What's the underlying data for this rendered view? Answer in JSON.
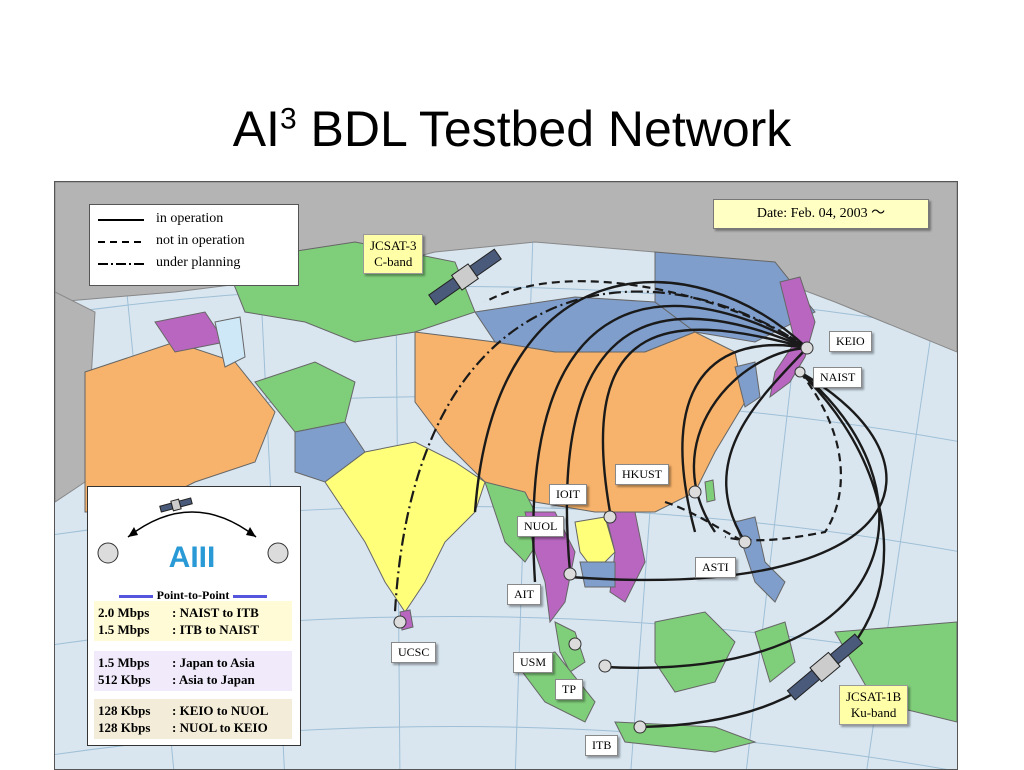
{
  "title": {
    "main": "AI",
    "sup": "3",
    "rest": " BDL Testbed Network"
  },
  "legend": {
    "items": [
      {
        "label": "in operation",
        "style": "solid"
      },
      {
        "label": "not in operation",
        "style": "dashed"
      },
      {
        "label": "under planning",
        "style": "dash-dot"
      }
    ]
  },
  "date_box": {
    "text": "Date:  Feb. 04, 2003 ～"
  },
  "satellites": {
    "jcsat3": {
      "line1": "JCSAT-3",
      "line2": "C-band"
    },
    "jcsat1b": {
      "line1": "JCSAT-1B",
      "line2": "Ku-band"
    }
  },
  "sites": {
    "keio": "KEIO",
    "naist": "NAIST",
    "hkust": "HKUST",
    "ioit": "IOIT",
    "nuol": "NUOL",
    "asti": "ASTI",
    "ait": "AIT",
    "ucsc": "UCSC",
    "usm": "USM",
    "tp": "TP",
    "itb": "ITB"
  },
  "info_panel": {
    "logo_text": "AIII",
    "point_to_point": "Point-to-Point",
    "blocks": [
      {
        "color": "#fffbd6",
        "rows": [
          {
            "rate": "2.0 Mbps",
            "desc": ": NAIST to ITB"
          },
          {
            "rate": "1.5 Mbps",
            "desc": ": ITB to NAIST"
          }
        ]
      },
      {
        "color": "#f0eafa",
        "rows": [
          {
            "rate": "1.5 Mbps",
            "desc": ": Japan to Asia"
          },
          {
            "rate": "512 Kbps",
            "desc": ": Asia to Japan"
          }
        ]
      },
      {
        "color": "#f3ecd8",
        "rows": [
          {
            "rate": "128 Kbps",
            "desc": ": KEIO to NUOL"
          },
          {
            "rate": "128 Kbps",
            "desc": ": NUOL to KEIO"
          }
        ]
      }
    ]
  },
  "colors": {
    "ocean": "#d9e6f0",
    "china": "#f7b36b",
    "india": "#ffff7a",
    "green": "#7fce7a",
    "blue": "#7f9ecb",
    "purple": "#b866c0",
    "gray": "#b4b4b4",
    "sat_label": "#ffffa8"
  }
}
